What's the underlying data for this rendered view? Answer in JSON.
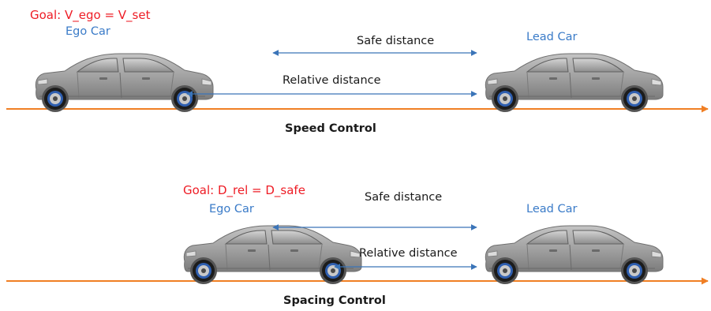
{
  "speed_control": {
    "goal": "Goal: V_ego = V_set",
    "ego_label": "Ego Car",
    "lead_label": "Lead Car",
    "safe_distance_label": "Safe distance",
    "relative_distance_label": "Relative distance",
    "caption": "Speed Control"
  },
  "spacing_control": {
    "goal": "Goal: D_rel = D_safe",
    "ego_label": "Ego Car",
    "lead_label": "Lead Car",
    "safe_distance_label": "Safe distance",
    "relative_distance_label": "Relative distance",
    "caption": "Spacing Control"
  },
  "colors": {
    "road": "#f07f24",
    "arrow": "#3a74b8",
    "goal_text": "#ee1c25",
    "car_label_text": "#3a7bc8",
    "car_body": "#a4a4a4",
    "wheel_rim": "#2f5fb0"
  },
  "icons": {
    "car": "car-icon",
    "wheel": "wheel-icon"
  }
}
